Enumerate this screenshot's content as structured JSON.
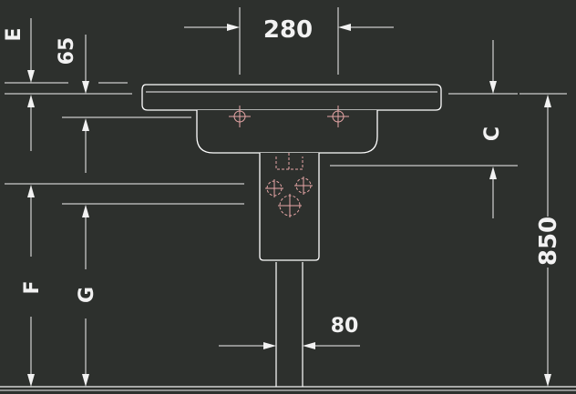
{
  "diagram": {
    "colors": {
      "background": "#2d302d",
      "line": "#f2f2f2",
      "hidden": "#e6a6a6"
    },
    "dimensions": {
      "basin_width": "280",
      "rim_thickness": "65",
      "height_total": "850",
      "pedestal_width": "80",
      "label_c": "C",
      "label_e": "E",
      "label_f": "F",
      "label_g": "G"
    }
  }
}
